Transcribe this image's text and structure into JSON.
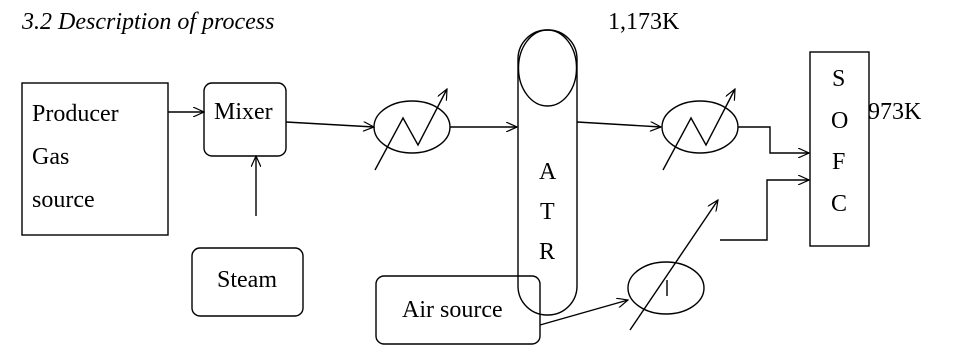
{
  "heading": "3.2 Description of process",
  "temperatures": {
    "atr_outlet": "1,173K",
    "sofc": "973K"
  },
  "blocks": {
    "producer_line1": "Producer",
    "producer_line2": "Gas",
    "producer_line3": "source",
    "mixer": "Mixer",
    "steam": "Steam",
    "air_source": "Air source",
    "atr_letters": [
      "A",
      "T",
      "R"
    ],
    "sofc_letters": [
      "S",
      "O",
      "F",
      "C"
    ]
  }
}
